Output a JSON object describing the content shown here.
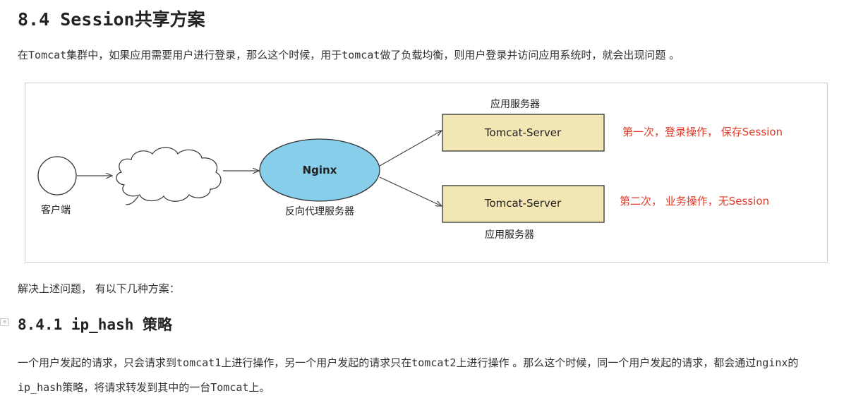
{
  "heading": {
    "number": "8.4 Session",
    "title": "共享方案"
  },
  "intro": {
    "t1": "在",
    "code1": "Tomcat",
    "t2": "集群中，如果应用需要用户进行登录，那么这个时候，用于",
    "code2": "tomcat",
    "t3": "做了负载均衡，则用户登录并访问应用系统时，就会出现问题 。"
  },
  "diagram": {
    "client_label": "客户端",
    "proxy_name": "Nginx",
    "proxy_label": "反向代理服务器",
    "server_top_caption": "应用服务器",
    "server_top_name": "Tomcat-Server",
    "server_bottom_name": "Tomcat-Server",
    "server_bottom_caption": "应用服务器",
    "note_first": "第一次，登录操作， 保存Session",
    "note_second": "第二次， 业务操作，无Session",
    "colors": {
      "nginx_fill": "#87ceeb",
      "server_fill": "#f3e6b5",
      "note_text": "#e03c28"
    }
  },
  "solution_intro": "解决上述问题， 有以下几种方案：",
  "subheading": {
    "anchor_icon": "anchor-link-icon",
    "number": "8.4.1 ip_hash",
    "title": "策略"
  },
  "desc": {
    "t1": "一个用户发起的请求，只会请求到",
    "code1": "tomcat1",
    "t2": "上进行操作，另一个用户发起的请求只在",
    "code2": "tomcat2",
    "t3": "上进行操作 。那么这个时候，同一个用户发起的请求，都会通过",
    "code3": "nginx",
    "t4": "的",
    "code4": "ip_hash",
    "t5": "策略，将请求转发到其中的一台",
    "code5": "Tomcat",
    "t6": "上。"
  }
}
